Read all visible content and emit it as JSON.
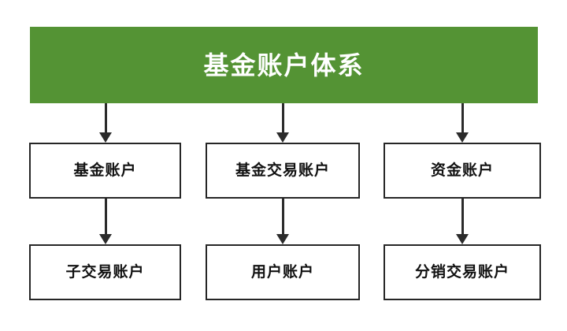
{
  "diagram": {
    "type": "hierarchy-tree",
    "background_color": "#ffffff",
    "root": {
      "label": "基金账户体系",
      "fill_color": "#549334",
      "text_color": "#ffffff"
    },
    "level1": [
      {
        "label": "基金账户"
      },
      {
        "label": "基金交易账户"
      },
      {
        "label": "资金账户"
      }
    ],
    "level2": [
      {
        "label": "子交易账户"
      },
      {
        "label": "用户账户"
      },
      {
        "label": "分销交易账户"
      }
    ],
    "connectors": {
      "style": "solid-line-with-filled-triangle-arrowhead",
      "color": "#2b2b2b",
      "direction": "downward",
      "edges": [
        {
          "from": "基金账户体系",
          "to": "基金账户"
        },
        {
          "from": "基金账户体系",
          "to": "基金交易账户"
        },
        {
          "from": "基金账户体系",
          "to": "资金账户"
        },
        {
          "from": "基金账户",
          "to": "子交易账户"
        },
        {
          "from": "基金交易账户",
          "to": "用户账户"
        },
        {
          "from": "资金账户",
          "to": "分销交易账户"
        }
      ]
    }
  }
}
